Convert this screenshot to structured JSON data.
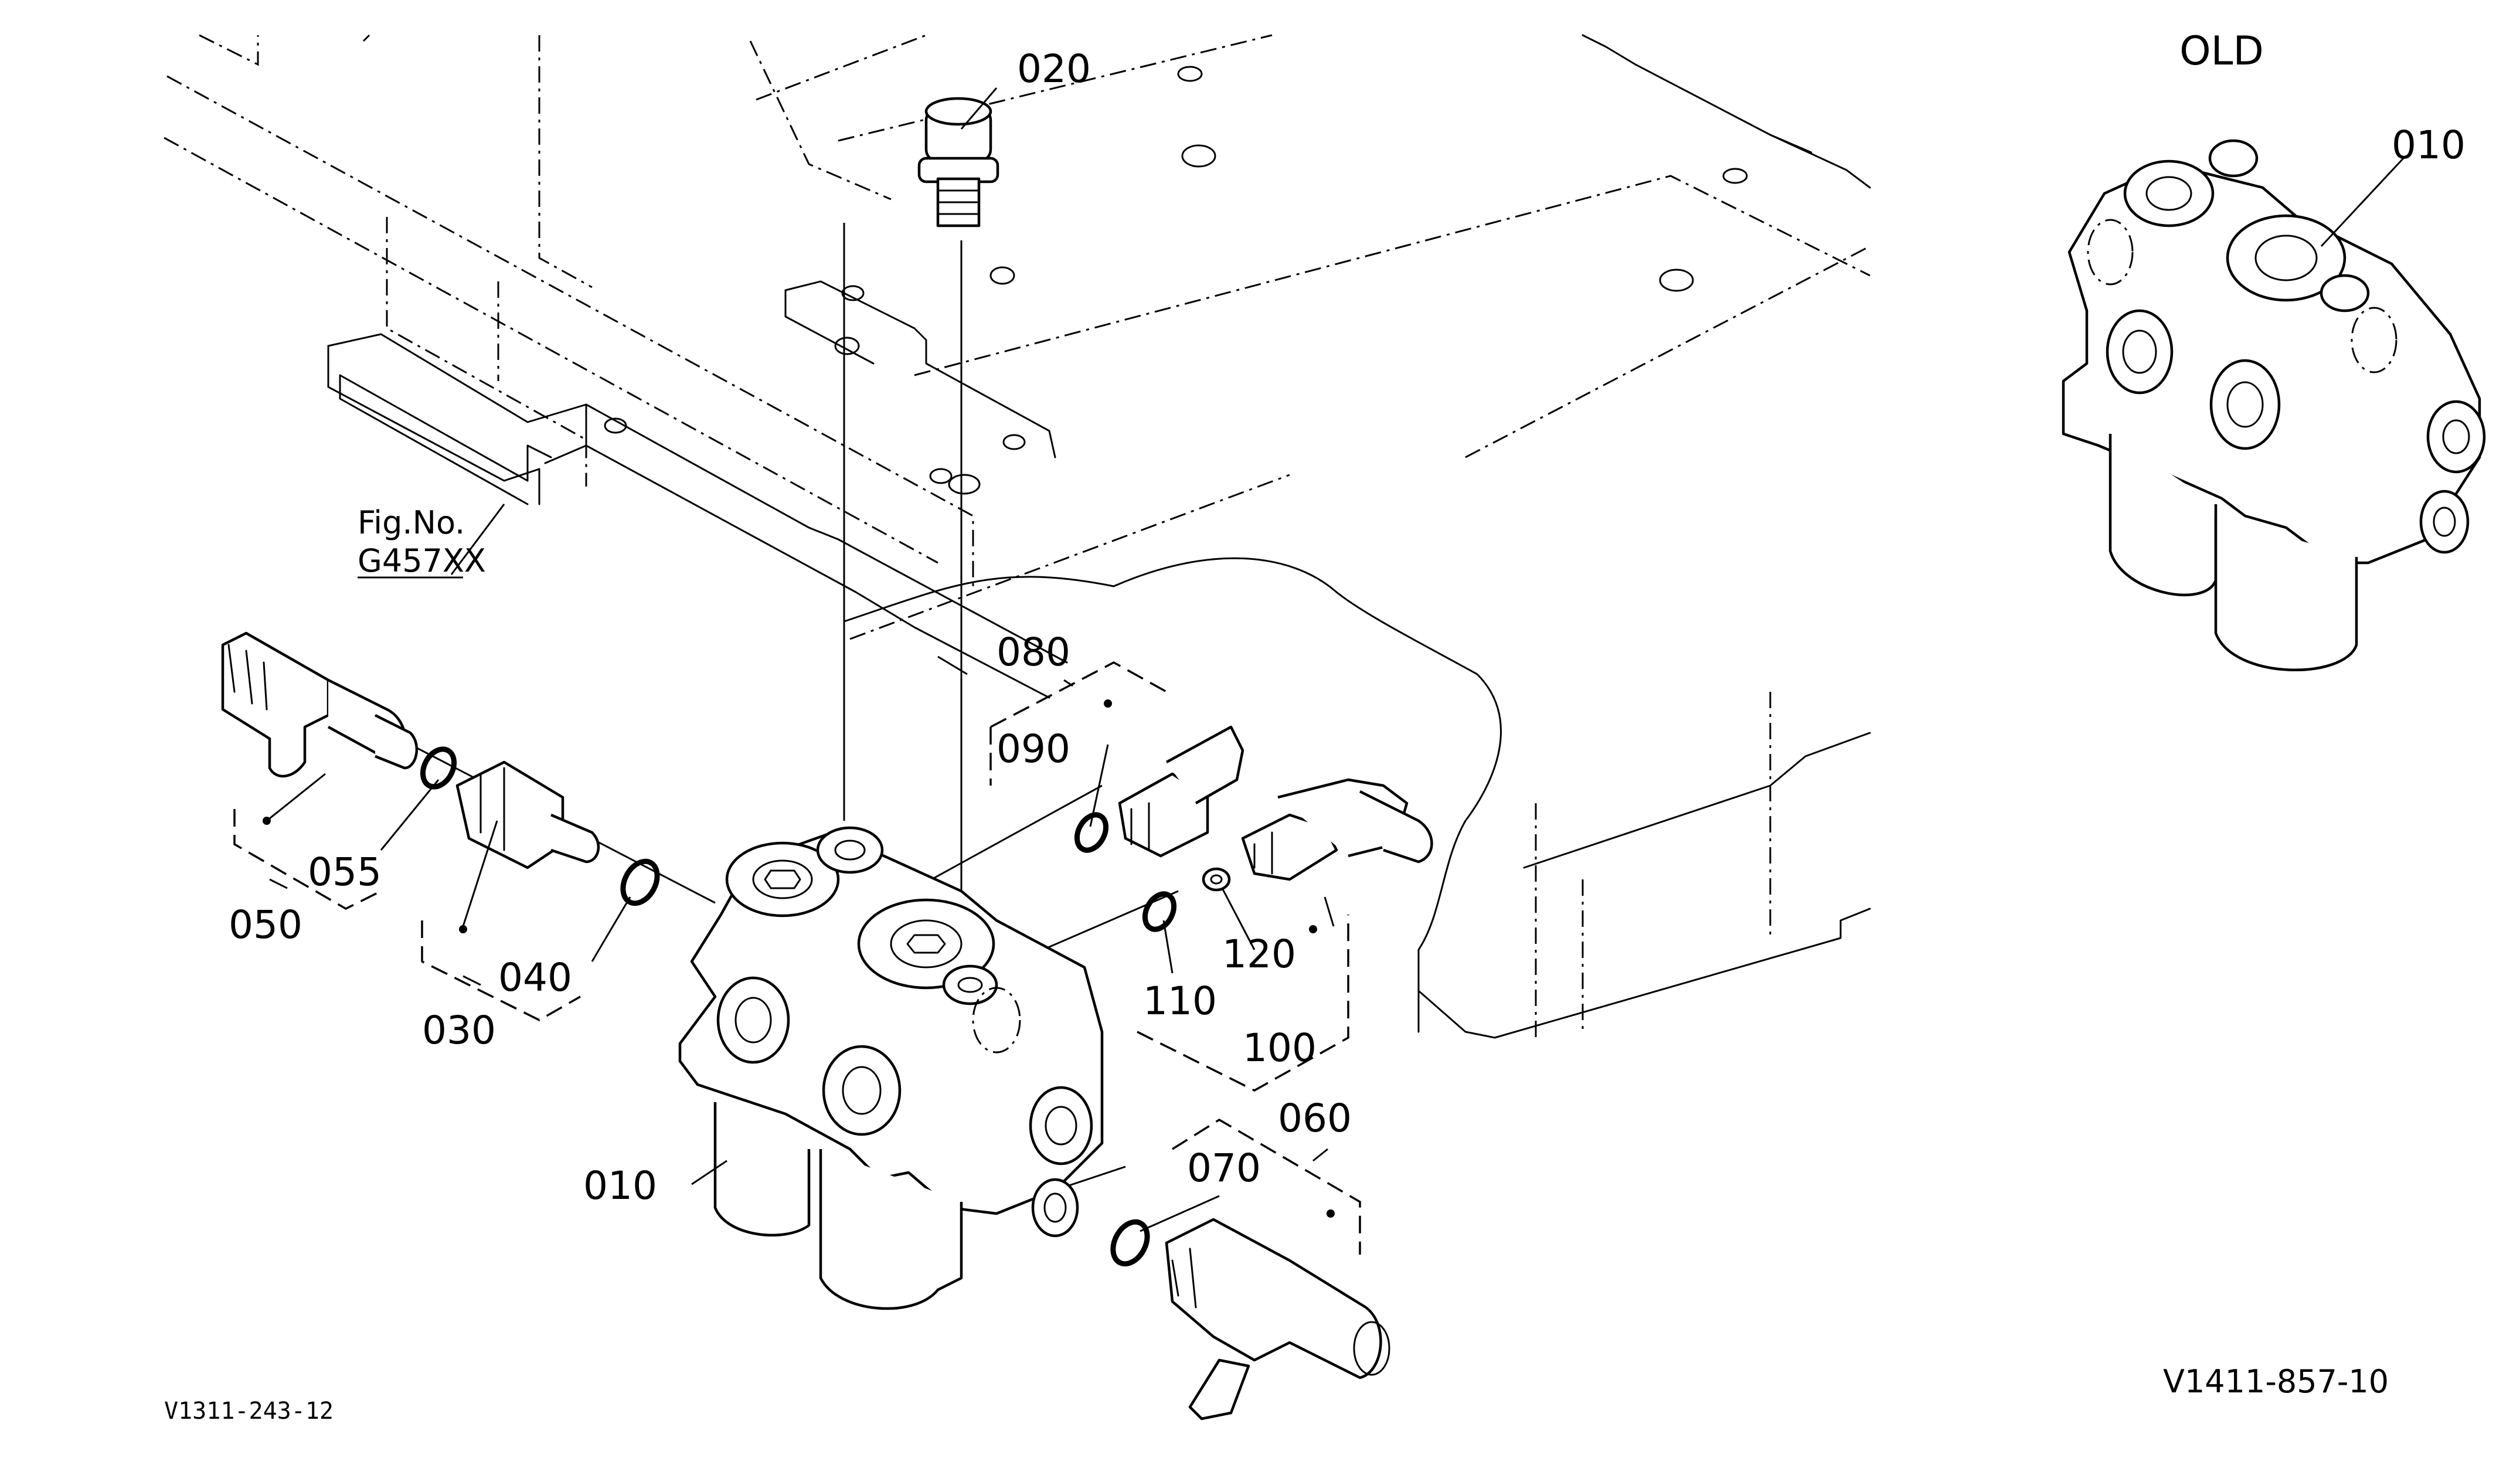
{
  "header": {
    "variant_label": "OLD"
  },
  "references": {
    "fig_line1": "Fig.No.",
    "fig_line2": "G457XX",
    "code_left": "V1311-243-12",
    "code_right": "V1411-857-10"
  },
  "parts": {
    "p010": "010",
    "p010_old": "010",
    "p020": "020",
    "p030": "030",
    "p040": "040",
    "p050": "050",
    "p055": "055",
    "p060": "060",
    "p070": "070",
    "p080": "080",
    "p090": "090",
    "p100": "100",
    "p110": "110",
    "p120": "120"
  }
}
